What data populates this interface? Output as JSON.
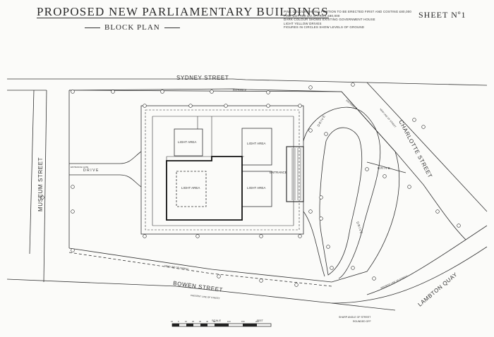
{
  "title": "PROPOSED NEW PARLIAMENTARY BUILDINGS",
  "subtitle": "BLOCK PLAN",
  "sheet": "SHEET Nº1",
  "legend": [
    "PINK COLOUR SHOWS PORTION TO BE ERECTED FIRST AND COSTING £80,000",
    "PINK DOTTED  DO  APPROX £80,000",
    "DARK COLOUR SHOWS EXISTING GOVERNMENT HOUSE",
    "LIGHT YELLOW  DRIVES",
    "FIGURES IN CIRCLES SHOW LEVELS OF GROUND"
  ],
  "streets": {
    "sydney": "SYDNEY STREET",
    "museum": "MUSEUM STREET",
    "bowen": "BOWEN STREET",
    "charlotte": "CHARLOTTE STREET",
    "lambton": "LAMBTON QUAY"
  },
  "labels": {
    "light_area_1": "LIGHT AREA",
    "light_area_2": "LIGHT AREA",
    "light_area_3": "LIGHT AREA",
    "light_area_4": "LIGHT AREA",
    "entrance_main": "ENTRANCE",
    "entrance_top": "ENTRANCE",
    "entrance_right": "ENTRANCE",
    "drive_left": "DRIVE",
    "drive_1": "DRIVE",
    "drive_2": "DRIVE",
    "drive_3": "DRIVE",
    "entrance_gate": "ENTRANCE GATE",
    "new_line_street_1": "NEW LINE OF STREET",
    "new_line_street_2": "NEW LINE OF STREET",
    "present_line_street_1": "PRESENT LINE OF STREET",
    "present_line_street_2": "PRESENT LINE OF STREET",
    "sharp_angle": "SHARP ANGLE OF STREET",
    "rounded_off": "ROUNDED OFF",
    "scale": "SCALE",
    "feet": "FEET"
  },
  "scale_ticks": [
    "10",
    "0",
    "10",
    "20",
    "30",
    "40",
    "50",
    "100",
    "150",
    "200"
  ]
}
